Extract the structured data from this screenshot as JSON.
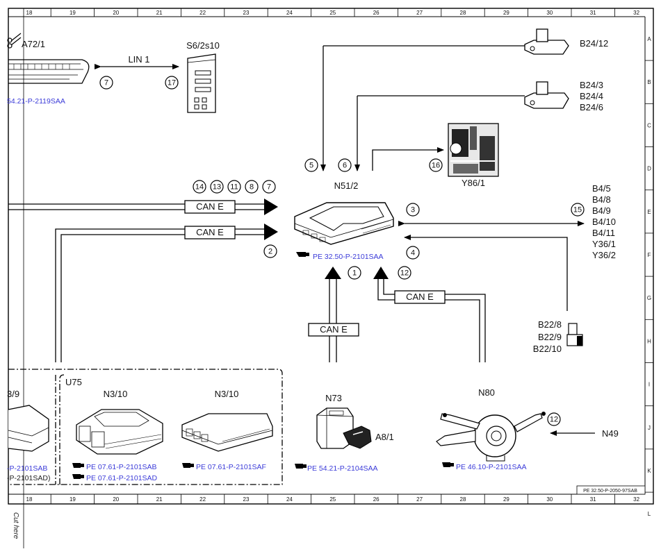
{
  "ruler": {
    "columns": [
      "18",
      "19",
      "20",
      "21",
      "22",
      "23",
      "24",
      "25",
      "26",
      "27",
      "28",
      "29",
      "30",
      "31",
      "32"
    ],
    "rows": [
      "A",
      "B",
      "C",
      "D",
      "E",
      "F",
      "G",
      "H",
      "I",
      "J",
      "K",
      "L"
    ]
  },
  "components": {
    "a72": "A72/1",
    "s6": "S6/2s10",
    "b24_12": "B24/12",
    "b24_3": "B24/3",
    "b24_4": "B24/4",
    "b24_6": "B24/6",
    "n51": "N51/2",
    "y86": "Y86/1",
    "b4_list": [
      "B4/5",
      "B4/8",
      "B4/9",
      "B4/10",
      "B4/11",
      "Y36/1",
      "Y36/2"
    ],
    "b22_list": [
      "B22/8",
      "B22/9",
      "B22/10"
    ],
    "u75": "U75",
    "n3_9": "3/9",
    "n3_10a": "N3/10",
    "n3_10b": "N3/10",
    "n73": "N73",
    "a8": "A8/1",
    "n80": "N80",
    "n49": "N49"
  },
  "bus_labels": {
    "lin": "LIN 1",
    "can_top": "CAN E",
    "can_mid": "CAN E",
    "can_bottom_left": "CAN E",
    "can_bottom_right": "CAN E"
  },
  "markers": [
    "1",
    "2",
    "3",
    "4",
    "5",
    "6",
    "7",
    "8",
    "11",
    "12",
    "13",
    "14",
    "15",
    "16",
    "17"
  ],
  "references": {
    "a72_ref": "54.21-P-2119SAA",
    "n51_ref": "PE 32.50-P-2101SAA",
    "left_ref1": "-P-2101SAB",
    "left_ref2": "-P-2101SAD)",
    "n3_ref1": "PE 07.61-P-2101SAB",
    "n3_ref2": "PE 07.61-P-2101SAD",
    "n3b_ref": "PE 07.61-P-2101SAF",
    "n73_ref": "PE 54.21-P-2104SAA",
    "n80_ref": "PE 46.10-P-2101SAA"
  },
  "footer": {
    "doc_code": "PE 32.50-P-2050-97SAB",
    "cut_here": "Cut here"
  }
}
